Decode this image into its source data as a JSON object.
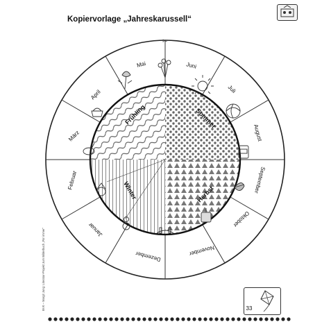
{
  "title": "Kopiervorlage „Jahreskarussell“",
  "page_number": "33",
  "side_credit": "BVK – Margit Jung: Literatur-Projekt zum Bilderbuch „Für immer“",
  "months": [
    "Mai",
    "Juni",
    "Juli",
    "August",
    "September",
    "Oktober",
    "November",
    "Dezember",
    "Januar",
    "Februar",
    "März",
    "April"
  ],
  "seasons": {
    "spring": "Frühling",
    "summer": "Sommer",
    "autumn": "Herbst",
    "winter": "Winter"
  },
  "icons": [
    "flower-bouquet-icon",
    "tulip-icon",
    "sun-icon",
    "beach-ball-icon",
    "school-bag-icon",
    "leaf-icon",
    "lantern-icon",
    "candle-garland-icon",
    "snowman-icon",
    "clown-icon",
    "bunny-icon",
    "easter-basket-icon",
    "kite-icon"
  ]
}
